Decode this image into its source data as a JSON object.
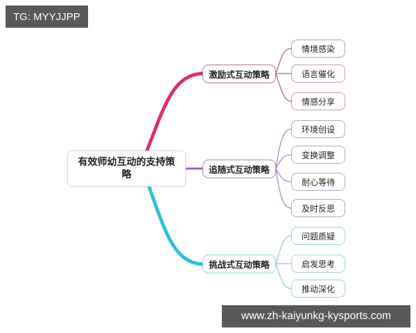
{
  "watermark_top": "TG: MYYJJPP",
  "watermark_bottom": "www.zh-kaiyunkg-kysports.com",
  "mindmap": {
    "root": "有效师幼互动的支持策略",
    "branches": [
      {
        "label": "激励式互动策略",
        "color": "#d8336b",
        "children": [
          "情境感染",
          "语言催化",
          "情感分享"
        ]
      },
      {
        "label": "追随式互动策略",
        "color": "#a65fc4",
        "children": [
          "环境创设",
          "变换调整",
          "耐心等待",
          "及时反思"
        ]
      },
      {
        "label": "挑战式互动策略",
        "color": "#2fc0dd",
        "children": [
          "问题质疑",
          "启发思考",
          "推动深化"
        ]
      }
    ]
  }
}
